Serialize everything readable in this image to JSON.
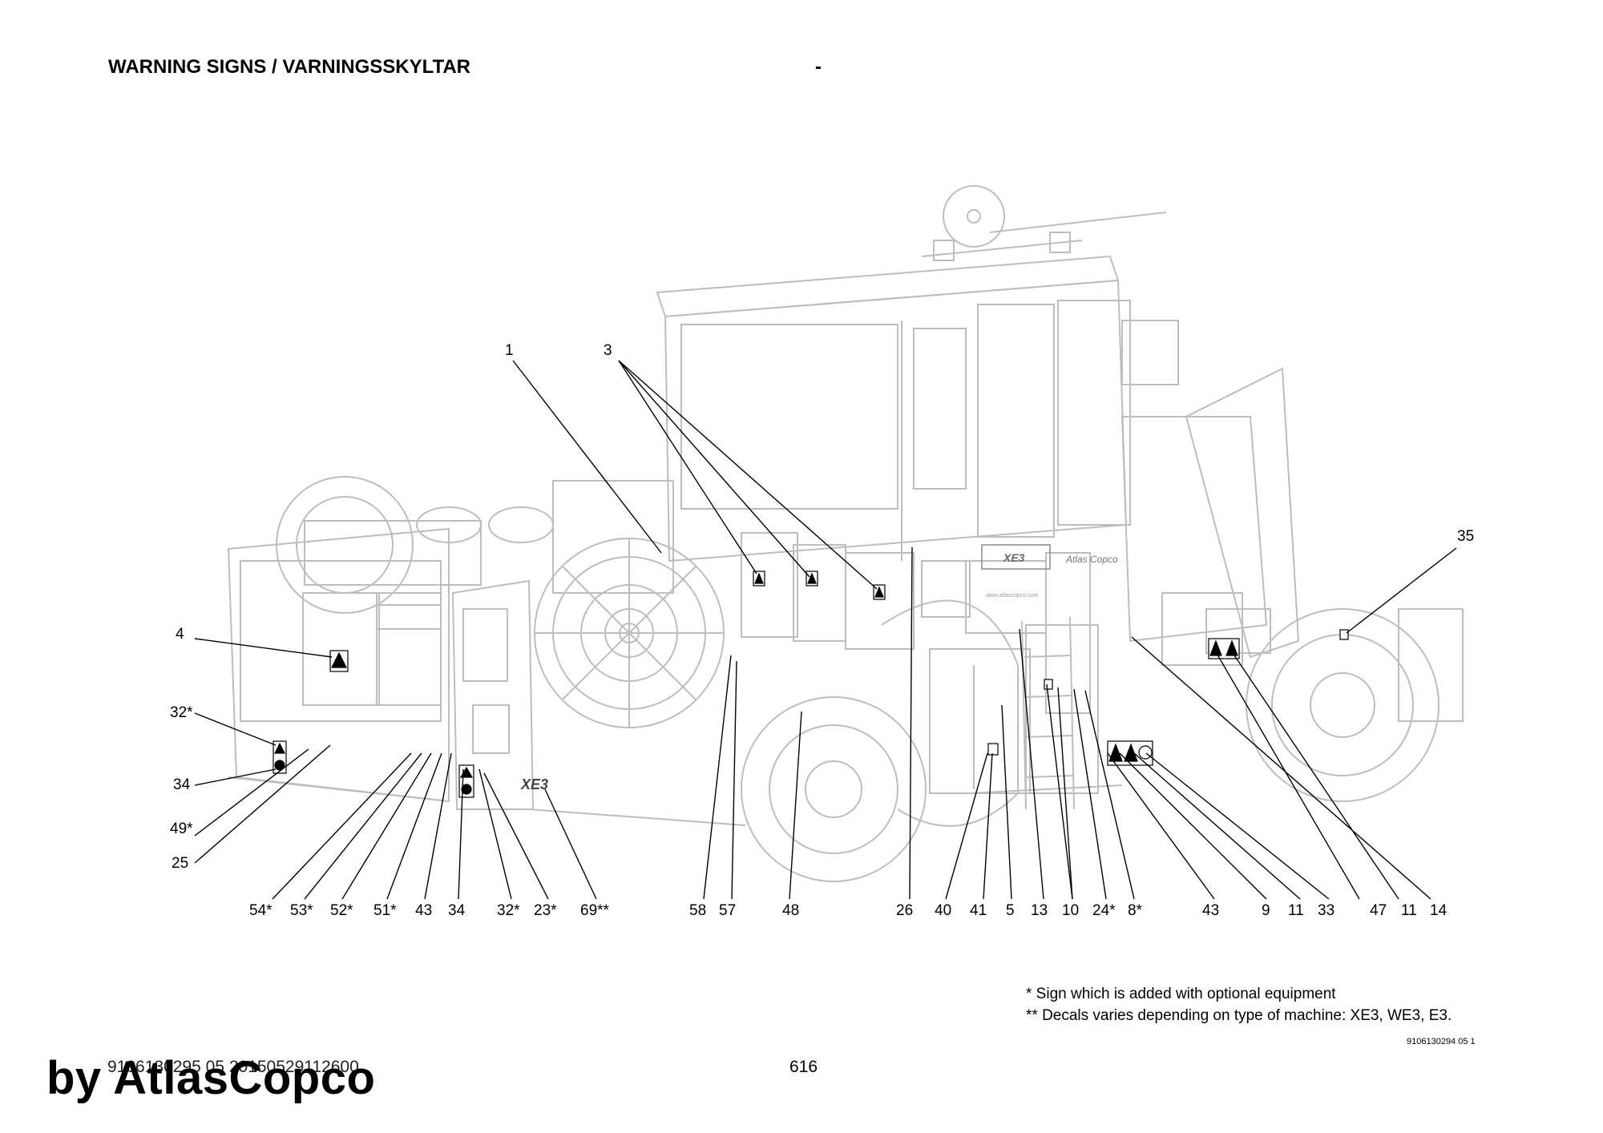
{
  "header": {
    "title": "WARNING SIGNS / VARNINGSSKYLTAR",
    "dash": "-"
  },
  "drawing": {
    "labels": {
      "l1": "1",
      "l3": "3",
      "l4": "4",
      "l32s_left": "32*",
      "l34_left": "34",
      "l49s": "49*",
      "l25": "25",
      "l35": "35",
      "b54s": "54*",
      "b53s": "53*",
      "b52s": "52*",
      "b51s": "51*",
      "b43a": "43",
      "b34": "34",
      "b32s": "32*",
      "b23s": "23*",
      "b69ss": "69**",
      "b58": "58",
      "b57": "57",
      "b48": "48",
      "b26": "26",
      "b40": "40",
      "b41": "41",
      "b5": "5",
      "b13": "13",
      "b10": "10",
      "b24s": "24*",
      "b8s": "8*",
      "b43b": "43",
      "b9": "9",
      "b11a": "11",
      "b33": "33",
      "b47": "47",
      "b11b": "11",
      "b14": "14"
    },
    "machine_badge_front": "XE3",
    "machine_badge_side": "XE3",
    "brand_badge": "Atlas Copco",
    "website_text": "www.atlascopco.com"
  },
  "notes": {
    "optional": "* Sign which is added with optional equipment",
    "decals": "** Decals varies depending on type of machine: XE3, WE3, E3."
  },
  "doc_ref": "9106130294 05 1",
  "footer": {
    "ref": "9106130295 05 20150529112600",
    "page": "616"
  },
  "watermark": "by AtlasCopco",
  "colors": {
    "line_light": "#b9b9b9",
    "line_mid": "#8a8a8a",
    "leader": "#000000"
  }
}
